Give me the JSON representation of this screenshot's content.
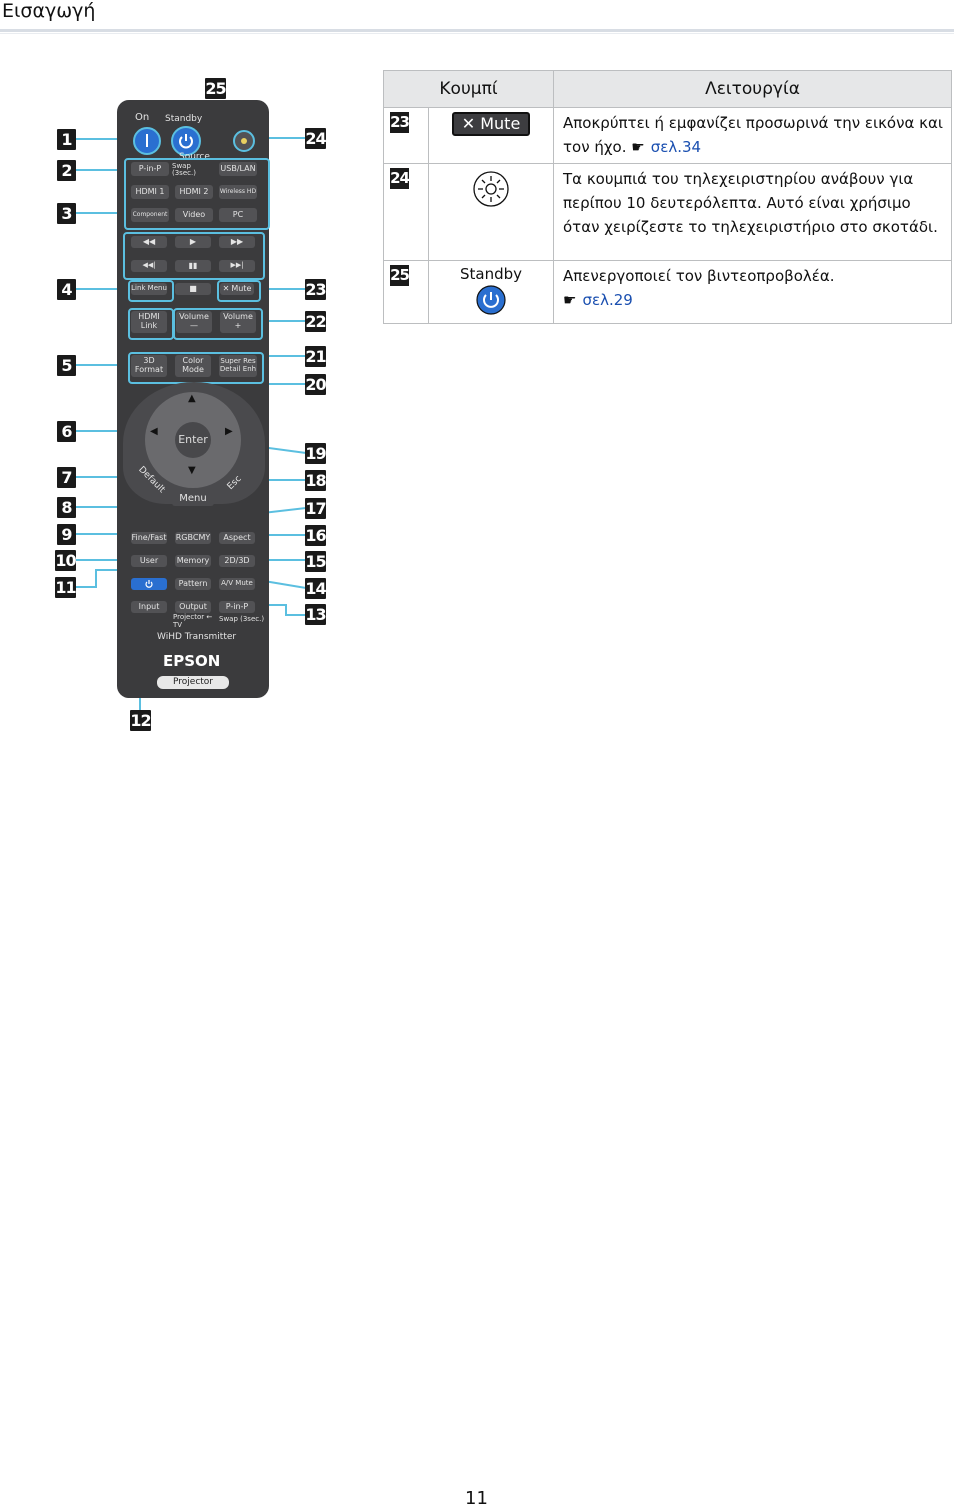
{
  "header": {
    "title": "Εισαγωγή"
  },
  "page_number": "11",
  "callouts": {
    "n1": "1",
    "n2": "2",
    "n3": "3",
    "n4": "4",
    "n5": "5",
    "n6": "6",
    "n7": "7",
    "n8": "8",
    "n9": "9",
    "n10": "10",
    "n11": "11",
    "n12": "12",
    "n13": "13",
    "n14": "14",
    "n15": "15",
    "n16": "16",
    "n17": "17",
    "n18": "18",
    "n19": "19",
    "n20": "20",
    "n21": "21",
    "n22": "22",
    "n23": "23",
    "n24": "24",
    "n25": "25"
  },
  "remote": {
    "on": "On",
    "standby": "Standby",
    "source": "Source",
    "pinp": "P-in-P",
    "swap": "Swap (3sec.)",
    "usblan": "USB/LAN",
    "hdmi1": "HDMI 1",
    "hdmi2": "HDMI 2",
    "wirelesshd": "Wireless HD",
    "component": "Component",
    "video": "Video",
    "pc": "PC",
    "rew": "◀◀",
    "play": "▶",
    "ff": "▶▶",
    "prev": "◀◀|",
    "pause": "▮▮",
    "next": "▶▶|",
    "linkmenu": "Link Menu",
    "stop": "■",
    "mute": "Mute",
    "hdmilink": "HDMI Link",
    "volume": "Volume",
    "vol_minus": "—",
    "vol_plus": "+",
    "format3d": "3D Format",
    "colormode": "Color Mode",
    "superres": "Super Res Detail Enh",
    "enter": "Enter",
    "default": "Default",
    "menu": "Menu",
    "esc": "Esc",
    "finefast": "Fine/Fast",
    "rgbcmy": "RGBCMY",
    "aspect": "Aspect",
    "user": "User",
    "memory": "Memory",
    "twod3d": "2D/3D",
    "pattern": "Pattern",
    "avmute": "A/V Mute",
    "input": "Input",
    "output": "Output",
    "pinp2": "P-in-P",
    "projector_tv": "Projector ← TV",
    "swap3": "Swap (3sec.)",
    "wihd": "WiHD Transmitter",
    "brand": "EPSON",
    "projector": "Projector"
  },
  "table": {
    "col_button": "Κουμπί",
    "col_function": "Λειτουργία",
    "rows": [
      {
        "num": "23",
        "button": "Mute",
        "desc": "Αποκρύπτει ή εμφανίζει προσωρινά την εικόνα και τον ήχο.",
        "link": "σελ.34"
      },
      {
        "num": "24",
        "button": "☼",
        "desc": "Τα κουμπιά του τηλεχειριστηρίου ανάβουν για περίπου 10 δευτερόλεπτα. Αυτό είναι χρήσιμο όταν χειρίζεστε το τηλεχειριστήριο στο σκοτάδι.",
        "link": ""
      },
      {
        "num": "25",
        "button": "Standby",
        "desc": "Απενεργοποιεί τον βιντεοπροβολέα.",
        "link": "σελ.29"
      }
    ]
  },
  "icons": {
    "pointer": "pointing-hand-icon",
    "power": "power-icon",
    "light": "light-icon",
    "mute": "speaker-mute-icon"
  },
  "colors": {
    "highlight": "#5bbfe0",
    "remote_body": "#3b3b3d",
    "link": "#1a4fb0"
  }
}
